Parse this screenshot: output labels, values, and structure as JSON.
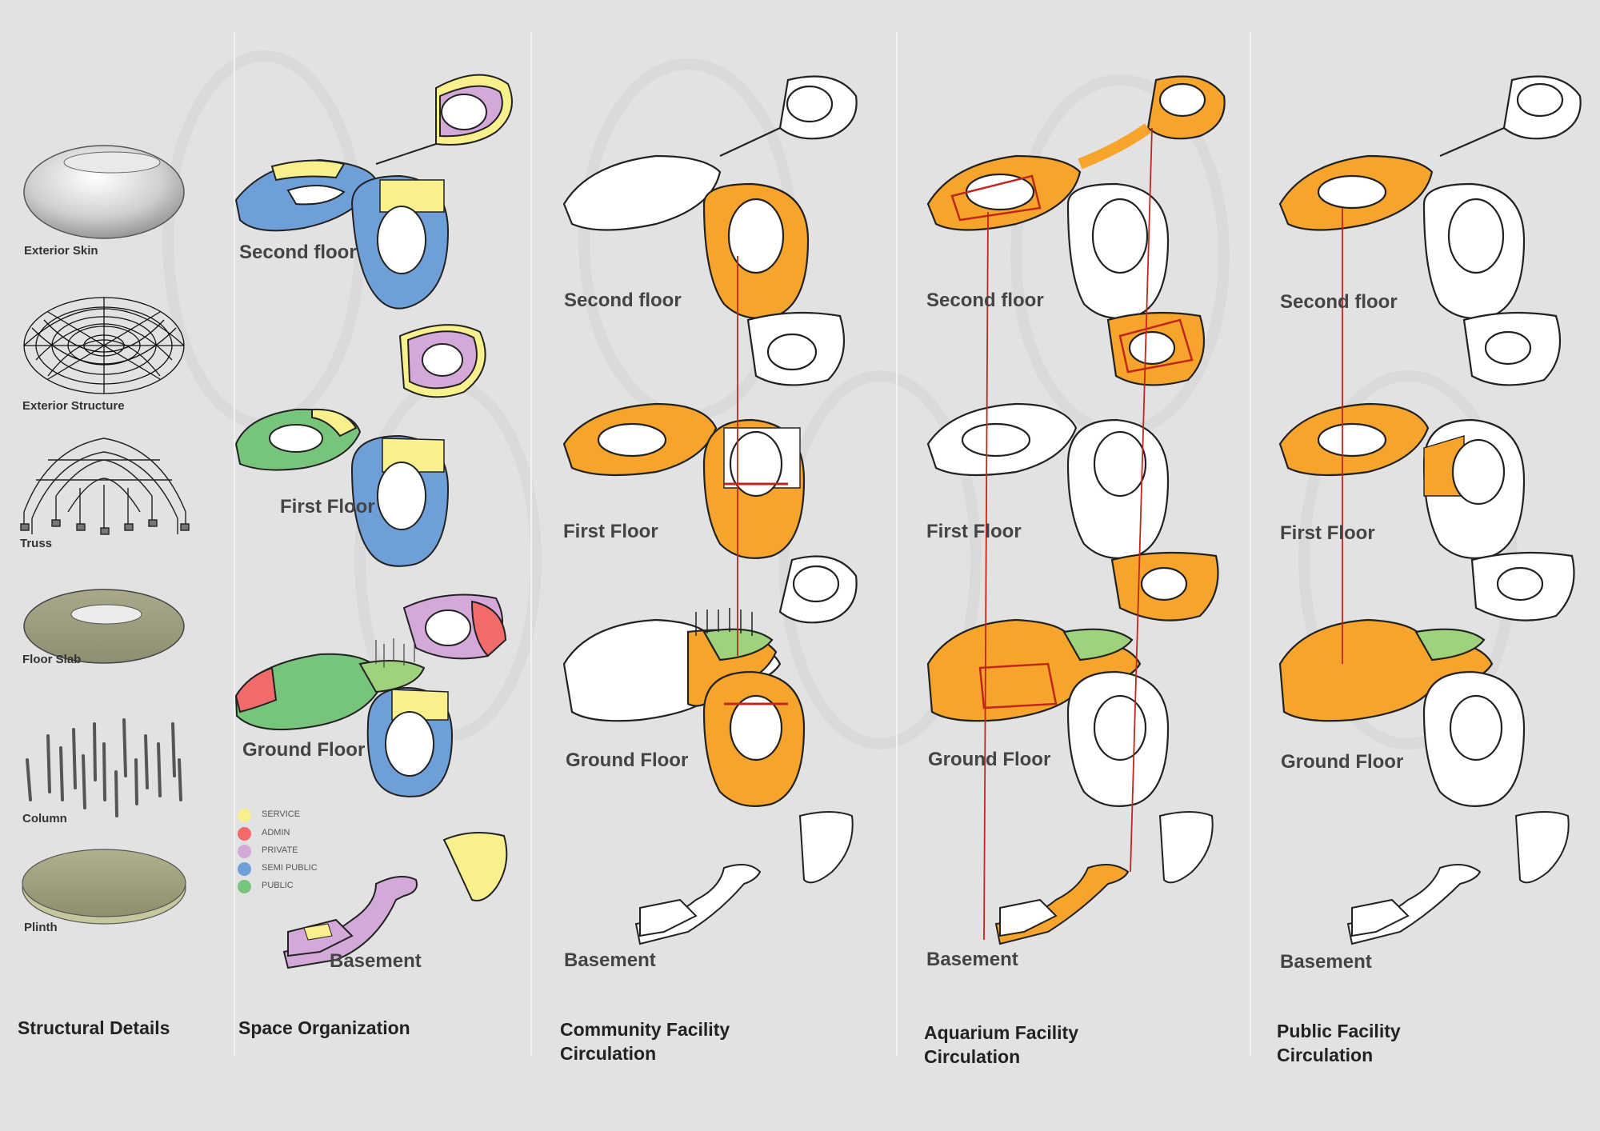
{
  "structural": {
    "title": "Structural Details",
    "labels": {
      "skin": "Exterior Skin",
      "structure": "Exterior Structure",
      "truss": "Truss",
      "slab": "Floor Slab",
      "column": "Column",
      "plinth": "Plinth"
    }
  },
  "space": {
    "title": "Space Organization",
    "floors": {
      "second": "Second floor",
      "first": "First Floor",
      "ground": "Ground Floor",
      "basement": "Basement"
    },
    "legend": [
      {
        "label": "SERVICE",
        "color": "#f7f08c"
      },
      {
        "label": "ADMIN",
        "color": "#f26b6b"
      },
      {
        "label": "PRIVATE",
        "color": "#d4a9d9"
      },
      {
        "label": "SEMI PUBLIC",
        "color": "#6f9fd9"
      },
      {
        "label": "PUBLIC",
        "color": "#77c57a"
      }
    ]
  },
  "community": {
    "title_line1": "Community Facility",
    "title_line2": "Circulation",
    "floors": {
      "second": "Second floor",
      "first": "First Floor",
      "ground": "Ground Floor",
      "basement": "Basement"
    }
  },
  "aquarium": {
    "title_line1": "Aquarium Facility",
    "title_line2": "Circulation",
    "floors": {
      "second": "Second floor",
      "first": "First Floor",
      "ground": "Ground Floor",
      "basement": "Basement"
    }
  },
  "public": {
    "title_line1": "Public Facility",
    "title_line2": "Circulation",
    "floors": {
      "second": "Second floor",
      "first": "First Floor",
      "ground": "Ground Floor",
      "basement": "Basement"
    }
  },
  "colors": {
    "orange": "#f6a42c",
    "green": "#9fd27c",
    "red_line": "#c0271c",
    "service": "#f7f08c",
    "admin": "#f26b6b",
    "private": "#d4a9d9",
    "semi_public": "#6f9fd9",
    "public": "#77c57a"
  }
}
